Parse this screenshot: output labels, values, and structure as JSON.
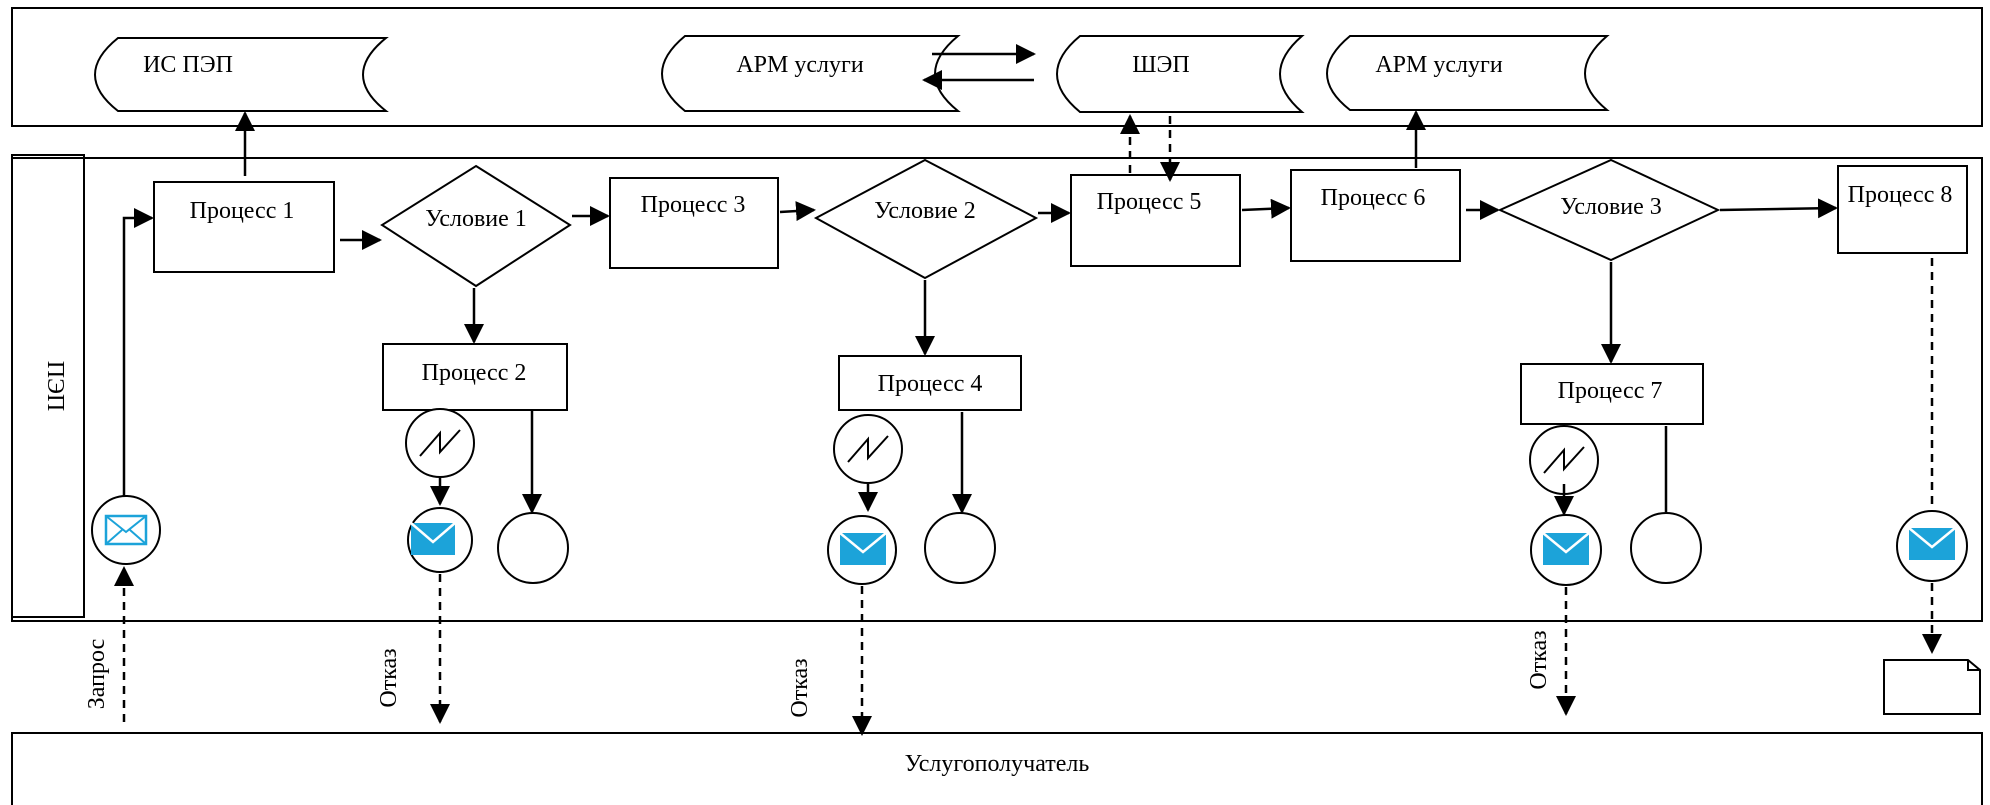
{
  "lanes": {
    "top": "",
    "pep": "ПЭП",
    "recipient": "Услугополучатель"
  },
  "systems": {
    "is_pep": "ИС ПЭП",
    "arm1": "АРМ услуги",
    "shep": "ШЭП",
    "arm2": "АРМ услуги"
  },
  "processes": {
    "p1": "Процесс 1",
    "p2": "Процесс 2",
    "p3": "Процесс 3",
    "p4": "Процесс 4",
    "p5": "Процесс 5",
    "p6": "Процесс 6",
    "p7": "Процесс 7",
    "p8": "Процесс 8"
  },
  "conditions": {
    "c1": "Условие 1",
    "c2": "Условие 2",
    "c3": "Условие 3"
  },
  "flows": {
    "request": "Запрос",
    "refuse1": "Отказ",
    "refuse2": "Отказ",
    "refuse3": "Отказ"
  },
  "colors": {
    "envelope": "#1ca3d9",
    "stroke": "#000000"
  },
  "icons": [
    "envelope-icon",
    "timer-icon",
    "document-icon"
  ]
}
